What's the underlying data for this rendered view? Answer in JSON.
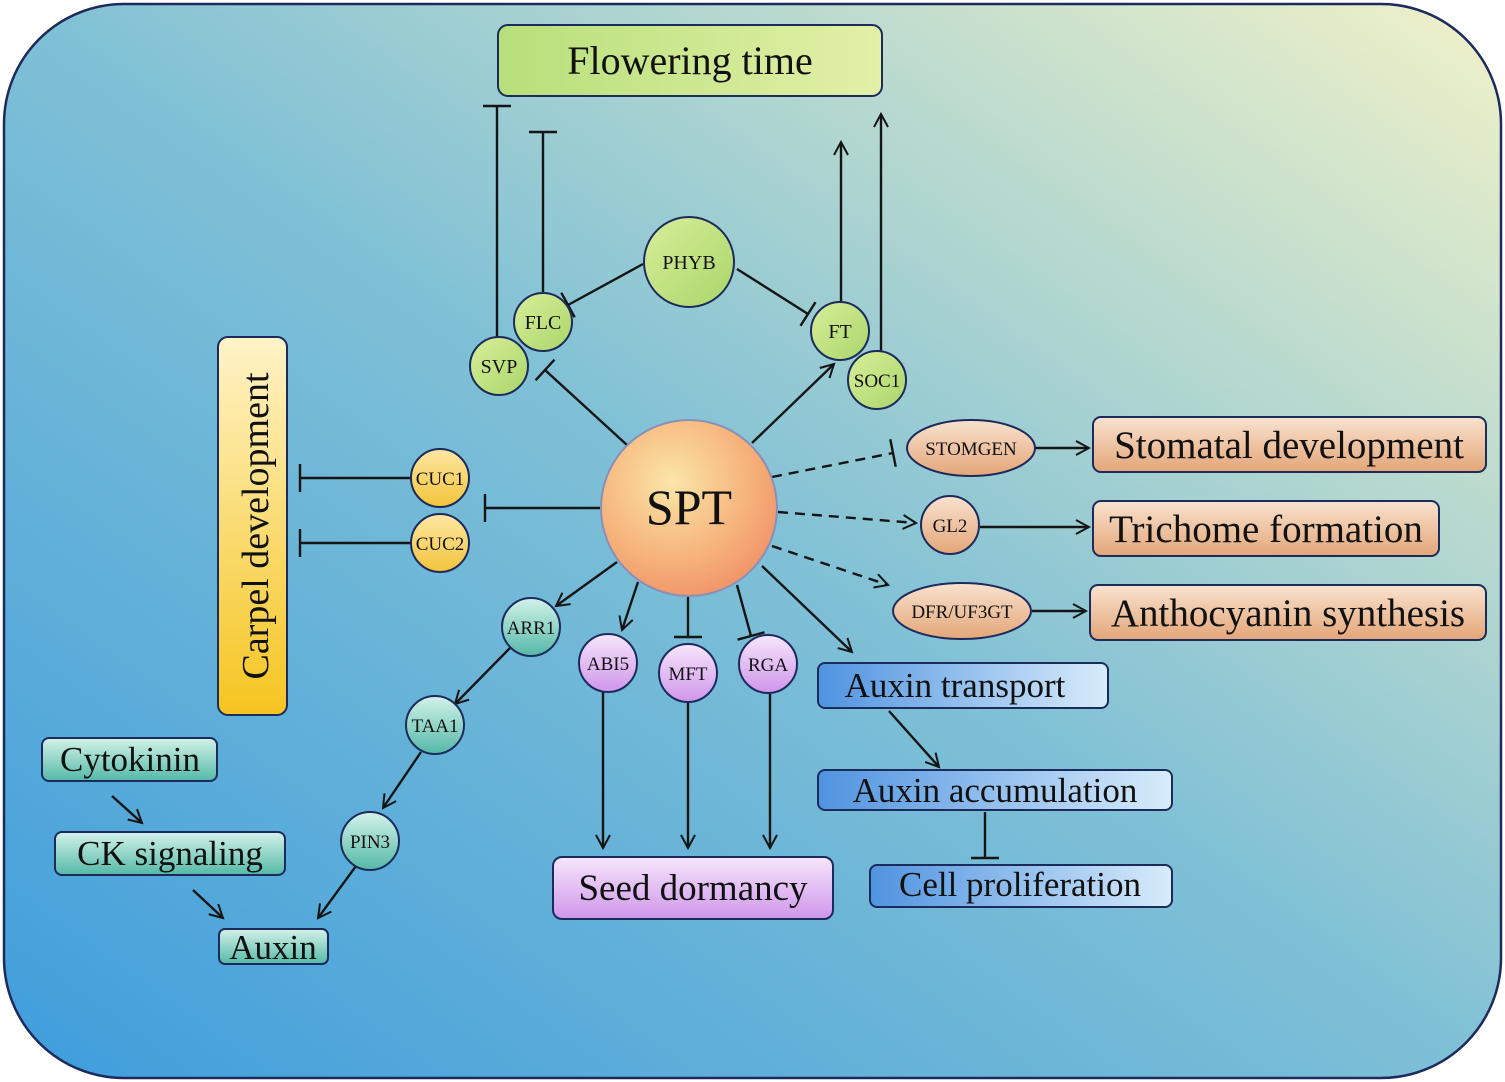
{
  "center": "SPT",
  "process_boxes": {
    "flowering_time": "Flowering time",
    "carpel_development": "Carpel development",
    "stomatal_development": "Stomatal development",
    "trichome_formation": "Trichome formation",
    "anthocyanin_synthesis": "Anthocyanin synthesis",
    "auxin_transport": "Auxin transport",
    "auxin_accumulation": "Auxin accumulation",
    "cell_proliferation": "Cell proliferation",
    "seed_dormancy": "Seed dormancy",
    "cytokinin": "Cytokinin",
    "ck_signaling": "CK signaling",
    "auxin": "Auxin"
  },
  "genes": {
    "phyb": "PHYB",
    "flc": "FLC",
    "svp": "SVP",
    "ft": "FT",
    "soc1": "SOC1",
    "cuc1": "CUC1",
    "cuc2": "CUC2",
    "stomgen": "STOMGEN",
    "gl2": "GL2",
    "dfr": "DFR/UF3GT",
    "arr1": "ARR1",
    "taa1": "TAA1",
    "pin3": "PIN3",
    "abi5": "ABI5",
    "mft": "MFT",
    "rga": "RGA"
  },
  "colors": {
    "stroke": "#1d2a5c",
    "flowering_green": "#c8e67a",
    "carpel_yellow": "#f5c830",
    "orange_box": "#e9b88d",
    "purple_box": "#e3bdf0",
    "blue_box": "#7fb6e6",
    "teal_box": "#7ccfc2"
  }
}
